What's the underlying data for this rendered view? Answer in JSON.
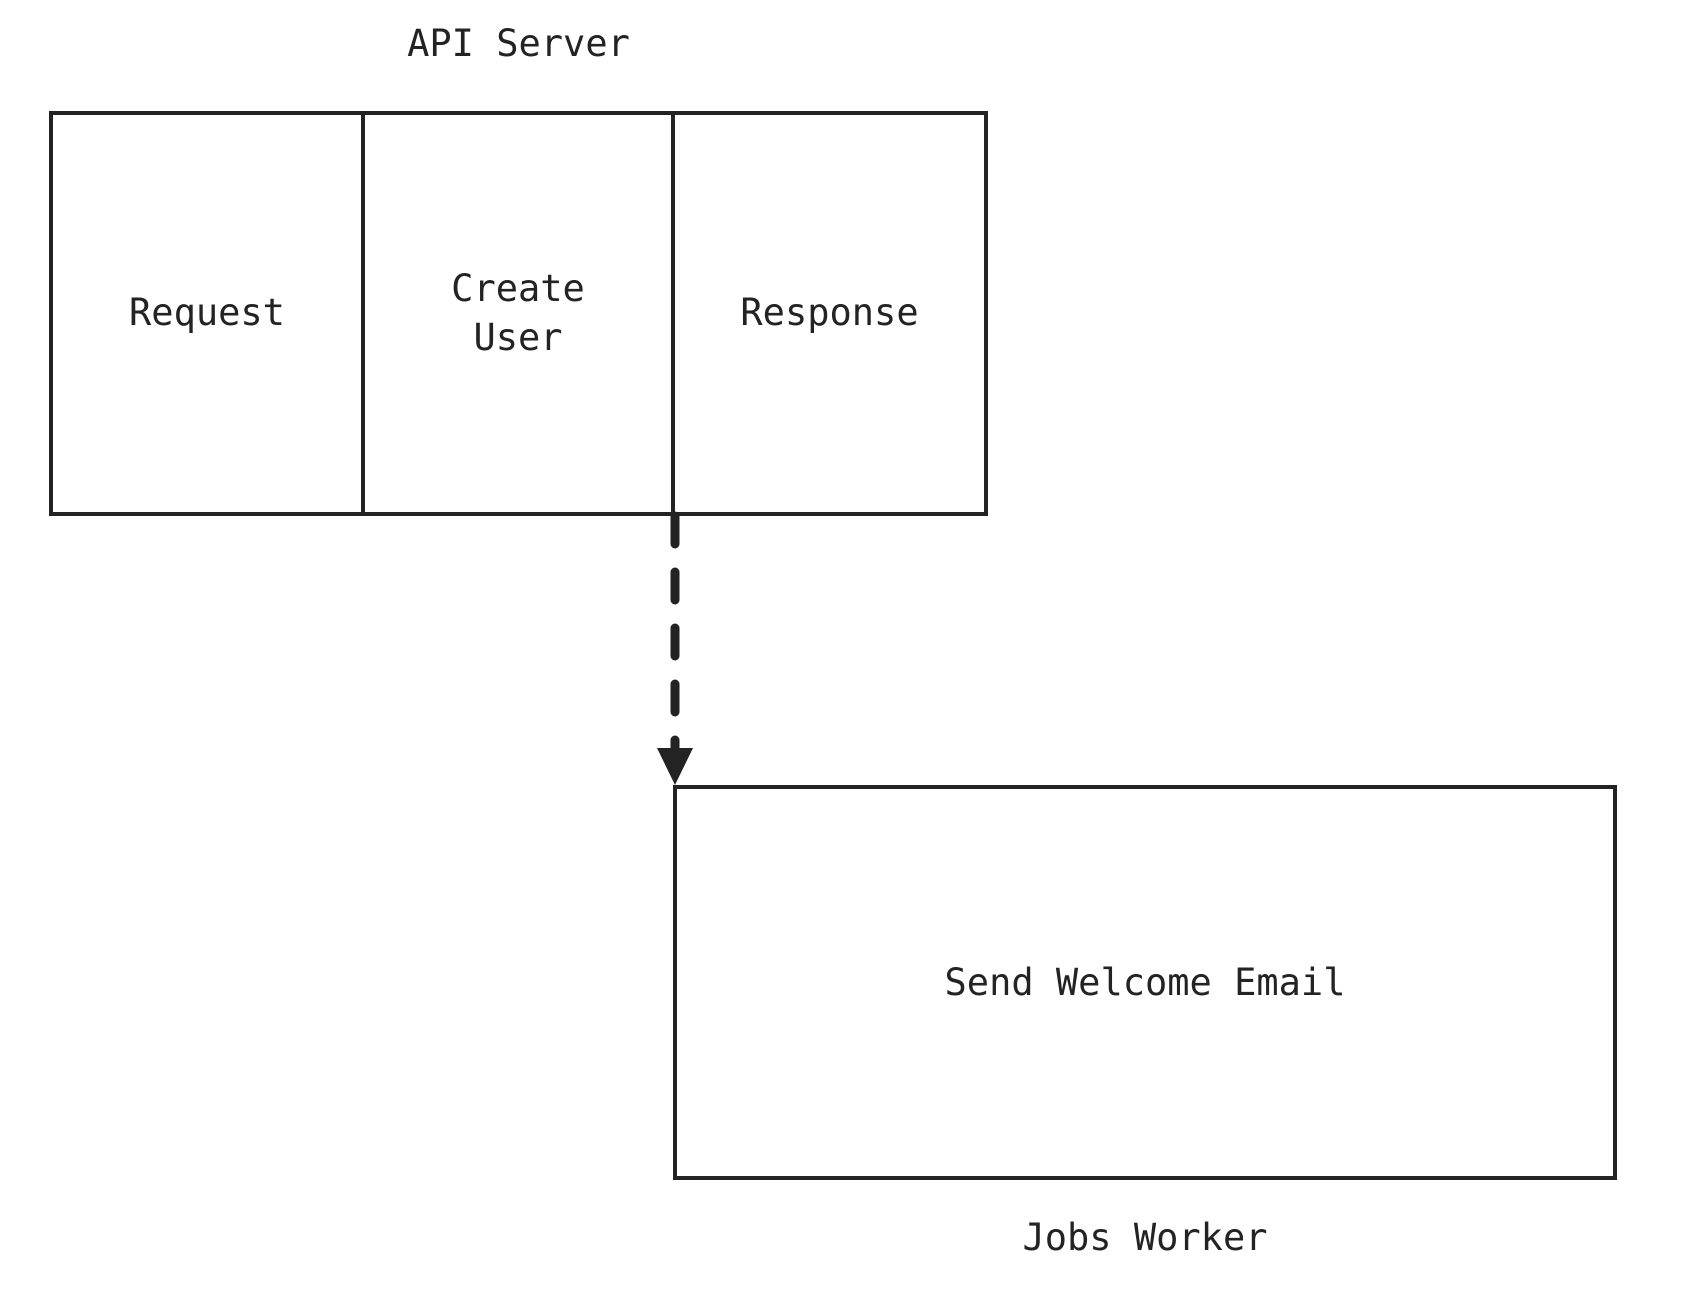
{
  "diagram": {
    "type": "flow-diagram",
    "background_color": "#ffffff",
    "stroke_color": "#232323",
    "text_color": "#232323",
    "groups": [
      {
        "name": "api-server",
        "title": "API Server",
        "title_position": "top",
        "cells": [
          {
            "label": "Request"
          },
          {
            "label": "Create\nUser"
          },
          {
            "label": "Response"
          }
        ]
      },
      {
        "name": "jobs-worker",
        "title": "Jobs Worker",
        "title_position": "bottom",
        "cells": [
          {
            "label": "Send Welcome Email"
          }
        ]
      }
    ],
    "connectors": [
      {
        "name": "create-user-to-jobs-worker",
        "style": "dashed",
        "arrowhead": "filled-triangle",
        "direction": "down",
        "from": "api-server.create-user",
        "to": "jobs-worker.send-welcome-email",
        "label": ""
      }
    ]
  },
  "api_server": {
    "title": "API Server",
    "request_label": "Request",
    "create_user_label": "Create\nUser",
    "response_label": "Response"
  },
  "jobs_worker": {
    "title": "Jobs Worker",
    "task_label": "Send Welcome Email"
  }
}
